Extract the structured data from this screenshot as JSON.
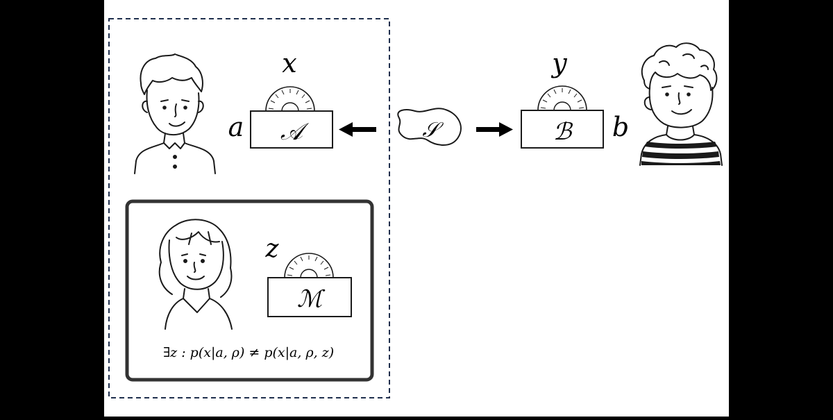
{
  "labels": {
    "setting_a": "a",
    "setting_b": "b",
    "outcome_x": "x",
    "outcome_y": "y",
    "outcome_z": "z",
    "device_a": "𝒜",
    "device_b": "ℬ",
    "device_m": "ℳ",
    "source": "𝒮"
  },
  "condition": "∃z : p(x|a, ρ) ≠ p(x|a, ρ, z)",
  "colors": {
    "background": "#ffffff",
    "side_bars": "#000000",
    "ink": "#1a1a1a",
    "dashed_border": "#1f2f4d",
    "panel_border": "#333333"
  },
  "icons": [
    "alice-person-icon",
    "bob-person-icon",
    "eve-person-icon",
    "meter-dial-icon",
    "arrow-left-icon",
    "arrow-right-icon"
  ]
}
